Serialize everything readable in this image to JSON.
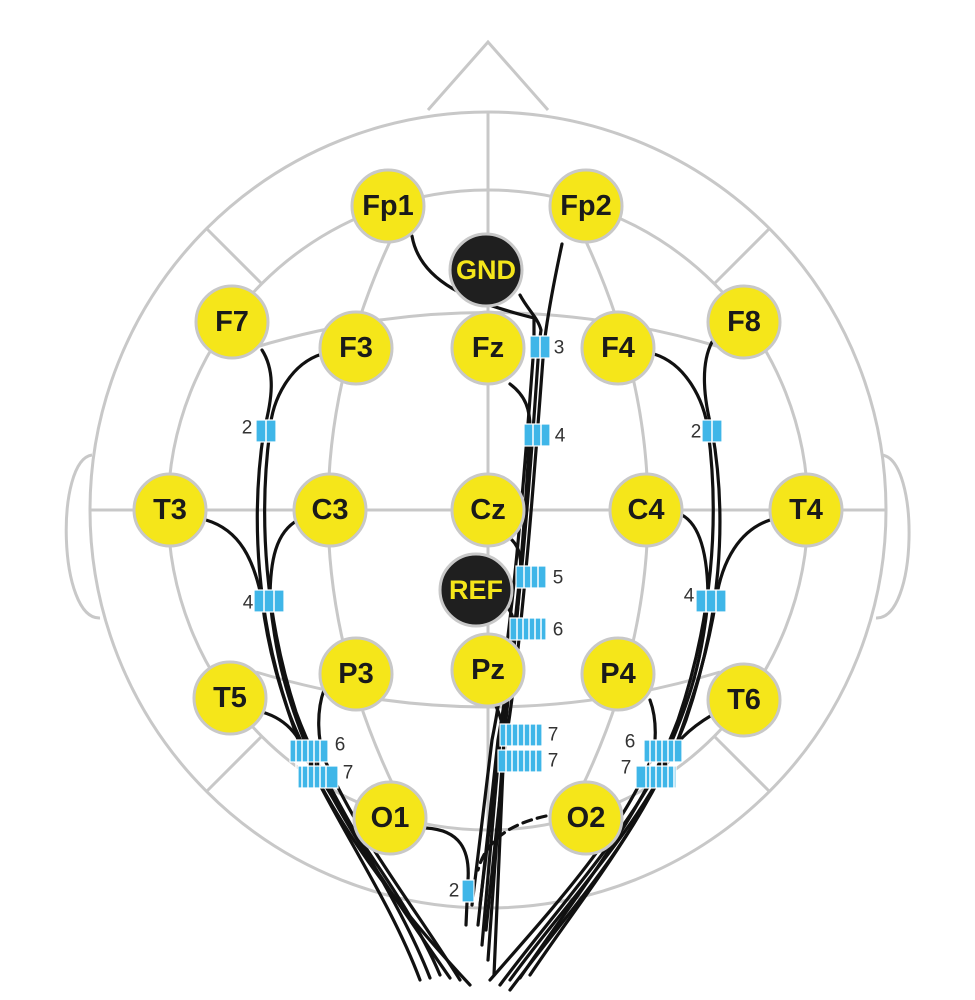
{
  "colors": {
    "head_outline": "#c8c8c8",
    "electrode_fill": "#f5e61a",
    "electrode_stroke": "#c8c8c8",
    "dark_electrode_fill": "#1f1f1f",
    "dark_electrode_text": "#f5e61a",
    "wire": "#111111",
    "band": "#3fb6e8"
  },
  "electrodes": [
    {
      "id": "fp1",
      "label": "Fp1"
    },
    {
      "id": "fp2",
      "label": "Fp2"
    },
    {
      "id": "gnd",
      "label": "GND"
    },
    {
      "id": "f7",
      "label": "F7"
    },
    {
      "id": "f3",
      "label": "F3"
    },
    {
      "id": "fz",
      "label": "Fz"
    },
    {
      "id": "f4",
      "label": "F4"
    },
    {
      "id": "f8",
      "label": "F8"
    },
    {
      "id": "t3",
      "label": "T3"
    },
    {
      "id": "c3",
      "label": "C3"
    },
    {
      "id": "cz",
      "label": "Cz"
    },
    {
      "id": "c4",
      "label": "C4"
    },
    {
      "id": "t4",
      "label": "T4"
    },
    {
      "id": "ref",
      "label": "REF"
    },
    {
      "id": "t5",
      "label": "T5"
    },
    {
      "id": "p3",
      "label": "P3"
    },
    {
      "id": "pz",
      "label": "Pz"
    },
    {
      "id": "p4",
      "label": "P4"
    },
    {
      "id": "t6",
      "label": "T6"
    },
    {
      "id": "o1",
      "label": "O1"
    },
    {
      "id": "o2",
      "label": "O2"
    }
  ],
  "bundle_labels": [
    "3",
    "4",
    "5",
    "6",
    "7",
    "7",
    "2",
    "4",
    "6",
    "7",
    "2",
    "2",
    "4",
    "6",
    "7"
  ]
}
